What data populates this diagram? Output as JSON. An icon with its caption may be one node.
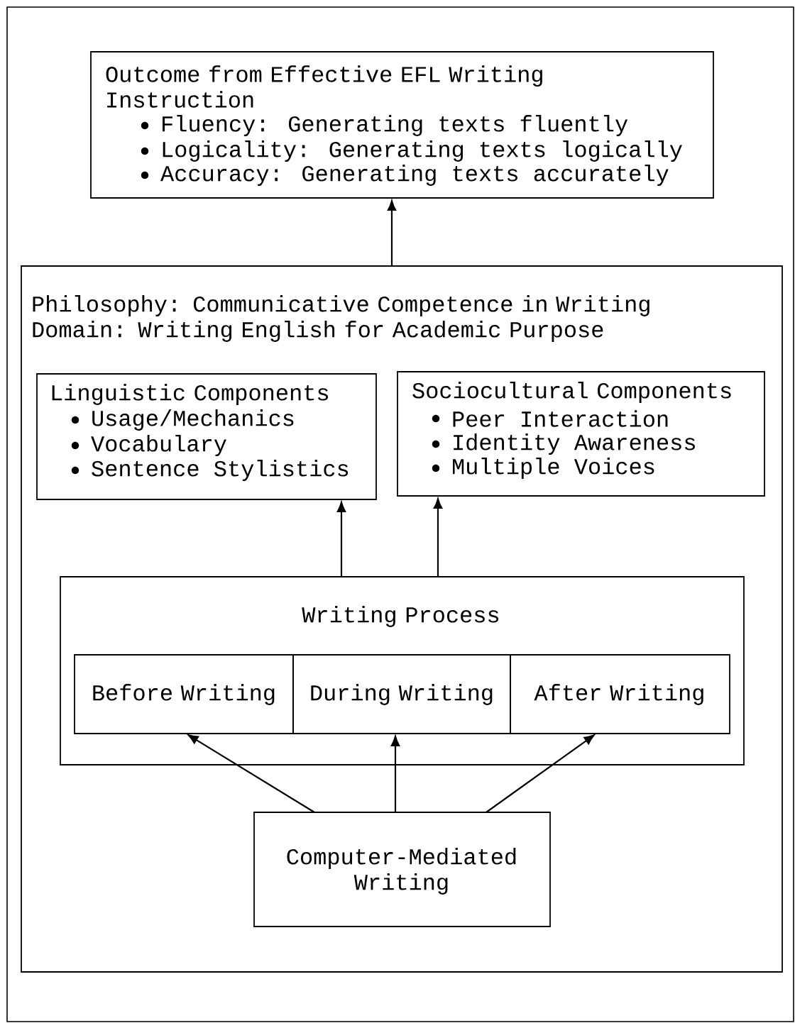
{
  "diagram": {
    "nodes": [
      {
        "text": [
          "Outcome from Effective EFL Writing Instruction",
          "Fluency: Generating texts fluently",
          "Logicality: Generating texts logically",
          "Accuracy: Generating texts accurately"
        ]
      },
      {
        "text": [
          "Philosophy: Communicative Competence in Writing",
          "Domain: Writing English for Academic Purpose"
        ]
      },
      {
        "text": [
          "Linguistic Components",
          "Usage/Mechanics",
          "Vocabulary",
          "Sentence Stylistics"
        ],
        "in": 1
      },
      {
        "text": [
          "Sociocultural Components",
          "Peer Interaction",
          "Identity Awareness",
          "Multiple Voices"
        ],
        "in": 1
      },
      {
        "text": [
          "Writing Process"
        ],
        "in": 1
      },
      {
        "text": [
          "Before Writing"
        ],
        "in": 4
      },
      {
        "text": [
          "During Writing"
        ],
        "in": 4
      },
      {
        "text": [
          "After Writing"
        ],
        "in": 4
      },
      {
        "text": [
          "Computer-Mediated Writing"
        ],
        "in": 1
      }
    ],
    "edges": [
      {
        "from": 1,
        "to": 0,
        "arrow": "to"
      },
      {
        "from": 4,
        "to": 2,
        "arrow": "to"
      },
      {
        "from": 4,
        "to": 3,
        "arrow": "to"
      },
      {
        "from": 8,
        "to": 5,
        "arrow": "to"
      },
      {
        "from": 8,
        "to": 6,
        "arrow": "to"
      },
      {
        "from": 8,
        "to": 7,
        "arrow": "to"
      }
    ]
  }
}
